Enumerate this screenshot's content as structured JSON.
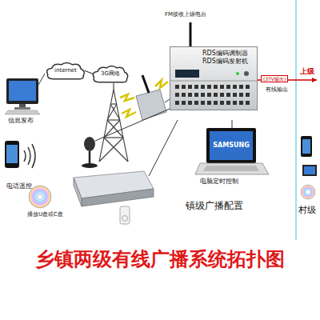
{
  "diagram": {
    "title": "乡镇两级有线广播系统拓扑图",
    "nodes": [
      {
        "text": [
          "internet"
        ]
      },
      {
        "text": [
          "3G网络"
        ]
      },
      {
        "text": [
          "RDS编码调制器",
          "RDS编码发射机"
        ]
      }
    ],
    "edges": [
      {
        "from": 0,
        "to": 1,
        "arrow": "none"
      }
    ],
    "labels": [
      "信息发布",
      "电话遥控",
      "FM接收上级电台",
      "(3TV输出)",
      "有线输出",
      "上级",
      "SAMSUNG",
      "电脑定时控制",
      "镇级广播配置",
      "播放U盘或C盘",
      "村级"
    ]
  }
}
